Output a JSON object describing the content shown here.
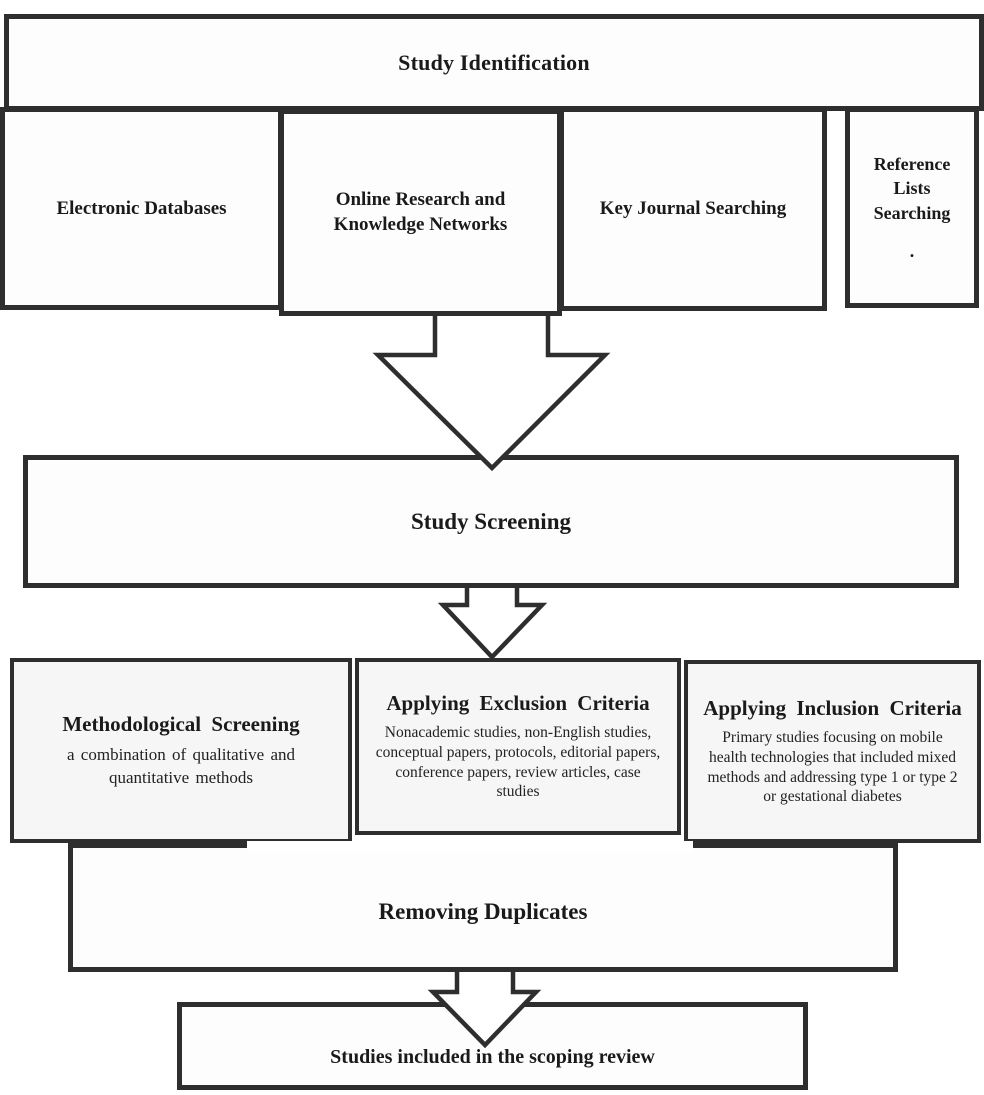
{
  "diagram": {
    "title_hint": "Scoping review study selection flowchart",
    "header": "Study Identification",
    "sources": [
      {
        "label": "Electronic Databases"
      },
      {
        "label": "Online Research and Knowledge Networks"
      },
      {
        "label": "Key Journal Searching"
      },
      {
        "label": "Reference Lists Searching",
        "footnote": "."
      }
    ],
    "screening": "Study Screening",
    "criteria": [
      {
        "title": "Methodological Screening",
        "body": "a combination of qualitative and quantitative methods"
      },
      {
        "title": "Applying Exclusion Criteria",
        "body": "Nonacademic studies, non-English studies, conceptual papers, protocols, editorial papers, conference papers, review articles, case studies"
      },
      {
        "title": "Applying Inclusion Criteria",
        "body": "Primary studies focusing on mobile health technologies that included mixed methods and addressing type 1 or type 2 or gestational diabetes"
      }
    ],
    "duplicates": "Removing Duplicates",
    "included": "Studies included in the scoping review",
    "icons": {
      "down_arrow": "hollow-block-arrow-down"
    },
    "colors": {
      "border": "#2e2e2e",
      "text": "#1a1a1a",
      "box_background": "#fdfdfd",
      "criteria_background": "#f6f6f6",
      "page_background": "#ffffff"
    }
  }
}
